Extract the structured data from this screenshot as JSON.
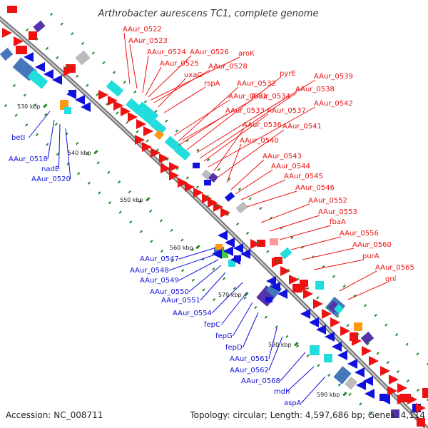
{
  "title": "Arthrobacter aurescens TC1, complete genome",
  "accession": "Accession: NC_008711",
  "summary": "Topology: circular; Length: 4,597,686 bp; Genes: 4,114",
  "colors": {
    "forward_gene": "#ee1111",
    "reverse_gene": "#1111dd",
    "backbone": "#999999",
    "tick": "#228822",
    "cyan_feature": "#22dddd",
    "gray_feature": "#bbbbbb",
    "purple_feature": "#5533aa",
    "orange_feature": "#ff9911",
    "steel_feature": "#4477bb",
    "green_feature": "#44cc44",
    "pink_feature": "#ff9999"
  },
  "ticks": [
    "530 kbp",
    "540 kbp",
    "550 kbp",
    "560 kbp",
    "570 kbp",
    "580 kbp",
    "590 kbp"
  ],
  "forward_labels": [
    "AAur_0522",
    "AAur_0523",
    "AAur_0524",
    "AAur_0526",
    "aroK",
    "AAur_0525",
    "AAur_0528",
    "uxaC",
    "rspA",
    "pyrE",
    "AAur_0539",
    "AAur_0532",
    "AAur_0538",
    "AAur_0531",
    "AAur_0534",
    "AAur_0542",
    "AAur_0533",
    "AAur_0537",
    "AAur_0536",
    "AAur_0541",
    "AAur_0540",
    "AAur_0543",
    "AAur_0544",
    "AAur_0545",
    "AAur_0546",
    "AAur_0552",
    "AAur_0553",
    "fbaA",
    "AAur_0556",
    "AAur_0560",
    "purA",
    "AAur_0565",
    "gnl"
  ],
  "reverse_labels": [
    "betI",
    "AAur_0518",
    "nadE",
    "AAur_0520",
    "AAur_0547",
    "AAur_0548",
    "AAur_0549",
    "AAur_0550",
    "AAur_0551",
    "AAur_0554",
    "fepC",
    "fepG",
    "fepD",
    "AAur_0561",
    "AAur_0562",
    "AAur_0568",
    "mdh",
    "aspA"
  ]
}
